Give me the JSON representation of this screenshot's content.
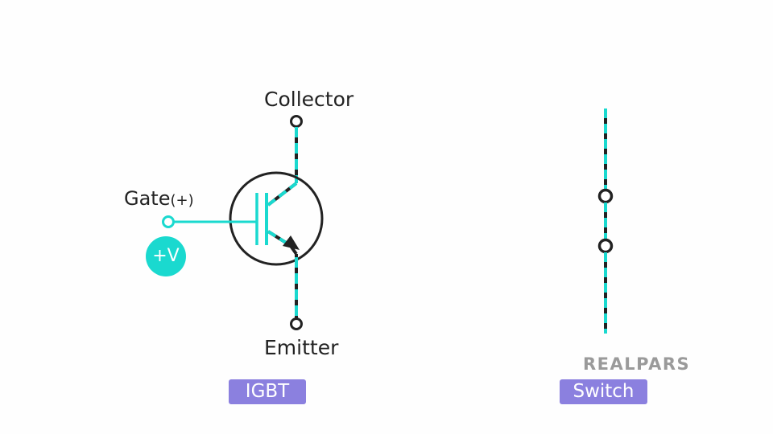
{
  "labels": {
    "collector": "Collector",
    "emitter": "Emitter",
    "gate": "Gate",
    "gate_polarity": "(+)",
    "voltage_badge": "+V"
  },
  "captions": {
    "igbt": "IGBT",
    "switch": "Switch"
  },
  "logo": {
    "text": "REALPARS"
  },
  "colors": {
    "wire": "#222222",
    "current": "#1ad9cf",
    "caption_bg": "#8b80df",
    "logo": "#9a9a9a"
  }
}
